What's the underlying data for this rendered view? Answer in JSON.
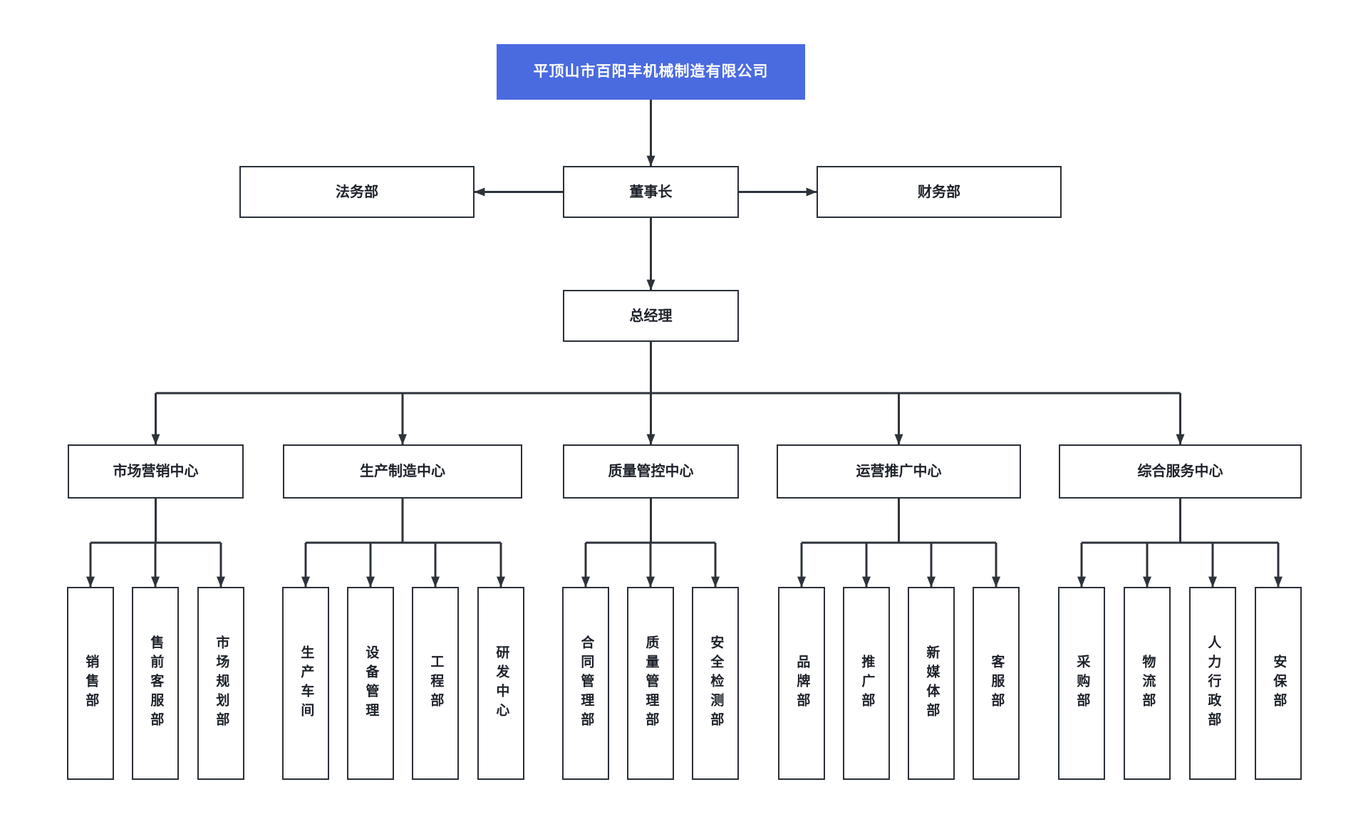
{
  "colors": {
    "accent": "#4a6ae0",
    "root_text": "#ffffff",
    "line": "#2e333b",
    "border": "#2a3038",
    "text": "#1d2129",
    "node_bg": "#ffffff",
    "canvas_bg": "#ffffff"
  },
  "org": {
    "root": {
      "label": "平顶山市百阳丰机械制造有限公司"
    },
    "chairman": {
      "label": "董事长"
    },
    "staff_left": {
      "label": "法务部"
    },
    "staff_right": {
      "label": "财务部"
    },
    "gm": {
      "label": "总经理"
    },
    "centers": [
      {
        "label": "市场营销中心",
        "departments": [
          "销售部",
          "售前客服部",
          "市场规划部"
        ]
      },
      {
        "label": "生产制造中心",
        "departments": [
          "生产车间",
          "设备管理",
          "工程部",
          "研发中心"
        ]
      },
      {
        "label": "质量管控中心",
        "departments": [
          "合同管理部",
          "质量管理部",
          "安全检测部"
        ]
      },
      {
        "label": "运营推广中心",
        "departments": [
          "品牌部",
          "推广部",
          "新媒体部",
          "客服部"
        ]
      },
      {
        "label": "综合服务中心",
        "departments": [
          "采购部",
          "物流部",
          "人力行政部",
          "安保部"
        ]
      }
    ]
  }
}
